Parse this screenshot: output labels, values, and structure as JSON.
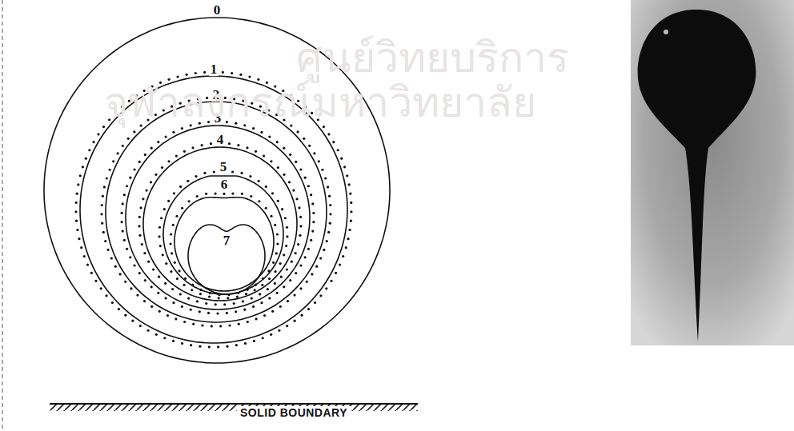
{
  "diagram": {
    "labels": [
      "0",
      "1",
      "2",
      "3",
      "4",
      "5",
      "6",
      "7",
      "SOLID BOUNDARY",
      "ศูนย์วิทยบริการ",
      "จุฬาลงกรณ์มหาวิทยาลัย"
    ]
  }
}
